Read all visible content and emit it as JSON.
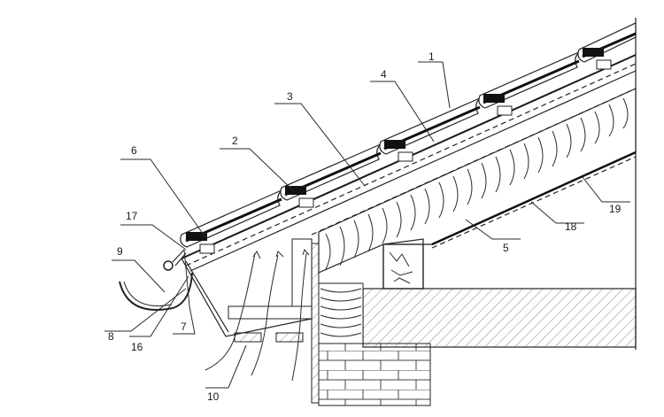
{
  "callouts": [
    "1",
    "2",
    "3",
    "4",
    "5",
    "6",
    "7",
    "8",
    "9",
    "10",
    "16",
    "17",
    "18",
    "19"
  ]
}
